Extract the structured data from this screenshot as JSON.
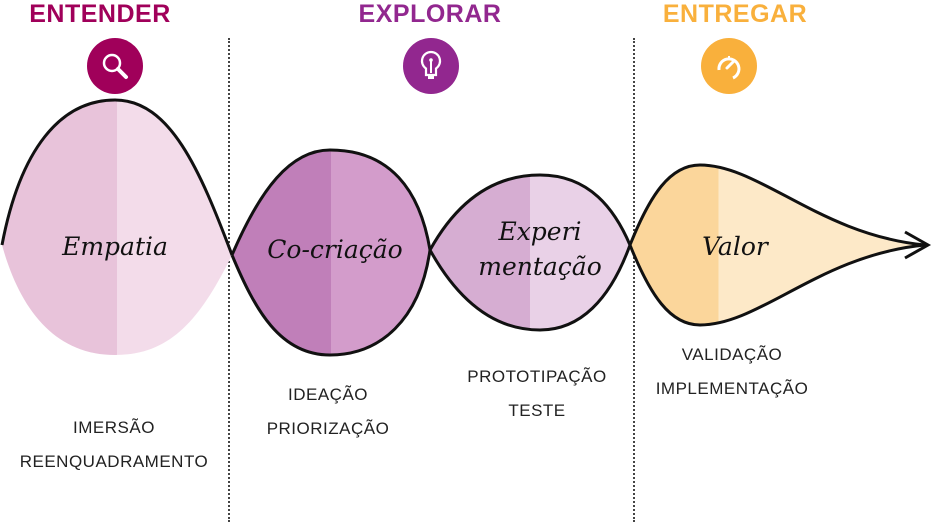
{
  "phases": [
    {
      "title": "ENTENDER",
      "color": "#a0005a",
      "icon": "magnifier-icon"
    },
    {
      "title": "EXPLORAR",
      "color": "#92278f",
      "icon": "lightbulb-icon"
    },
    {
      "title": "ENTREGAR",
      "color": "#f9b03c",
      "icon": "speedometer-icon"
    }
  ],
  "stages": [
    {
      "name": "Empatia",
      "activities": [
        "IMERSÃO",
        "REENQUADRAMENTO"
      ]
    },
    {
      "name": "Co-criação",
      "activities": [
        "IDEAÇÃO",
        "PRIORIZAÇÃO"
      ]
    },
    {
      "name_line1": "Experi",
      "name_line2": "mentação",
      "activities": [
        "PROTOTIPAÇÃO",
        "TESTE"
      ]
    },
    {
      "name": "Valor",
      "activities": [
        "VALIDAÇÃO",
        "IMPLEMENTAÇÃO"
      ]
    }
  ]
}
